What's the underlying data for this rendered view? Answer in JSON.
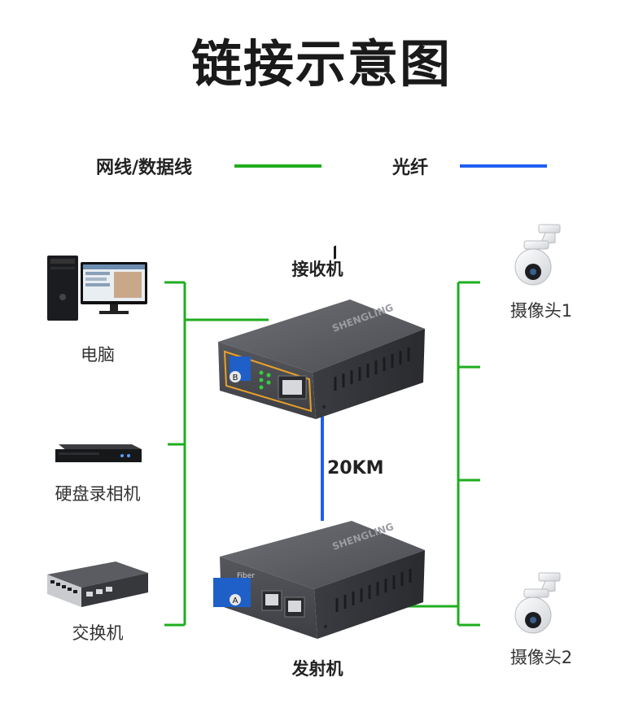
{
  "title": "链接示意图",
  "legend": {
    "cable_label": "网线/数据线",
    "cable_color": "#1fae1f",
    "fiber_label": "光纤",
    "fiber_color": "#1f5ff0"
  },
  "devices": {
    "pc": "电脑",
    "nvr": "硬盘录相机",
    "switch": "交换机",
    "receiver": "接收机",
    "transmitter": "发射机",
    "camera1": "摄像头1",
    "camera2": "摄像头2"
  },
  "distance": "20KM",
  "brand_text": "SHENGLING",
  "port_labels": {
    "receiver_badge": "B",
    "transmitter_badge": "A",
    "fiber_text": "Fiber"
  }
}
